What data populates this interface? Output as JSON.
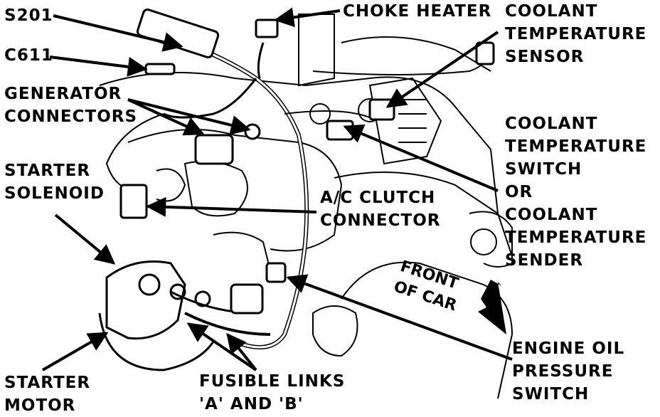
{
  "labels": {
    "s201": "S201",
    "c611": "C611",
    "generator": [
      "GENERATOR",
      "CONNECTORS"
    ],
    "starter_solenoid": [
      "STARTER",
      "SOLENOID"
    ],
    "starter_motor": [
      "STARTER",
      "MOTOR"
    ],
    "fusible_links": [
      "FUSIBLE LINKS",
      "'A' AND 'B'"
    ],
    "choke_heater": "CHOKE HEATER",
    "coolant_sensor": [
      "COOLANT",
      "TEMPERATURE",
      "SENSOR"
    ],
    "coolant_switch": [
      "COOLANT",
      "TEMPERATURE",
      "SWITCH",
      "OR",
      "COOLANT",
      "TEMPERATURE",
      "SENDER"
    ],
    "ac_clutch": [
      "A/C CLUTCH",
      "CONNECTOR"
    ],
    "front_of_car": [
      "FRONT",
      "OF CAR"
    ],
    "oil_pressure": [
      "ENGINE OIL",
      "PRESSURE",
      "SWITCH"
    ]
  }
}
